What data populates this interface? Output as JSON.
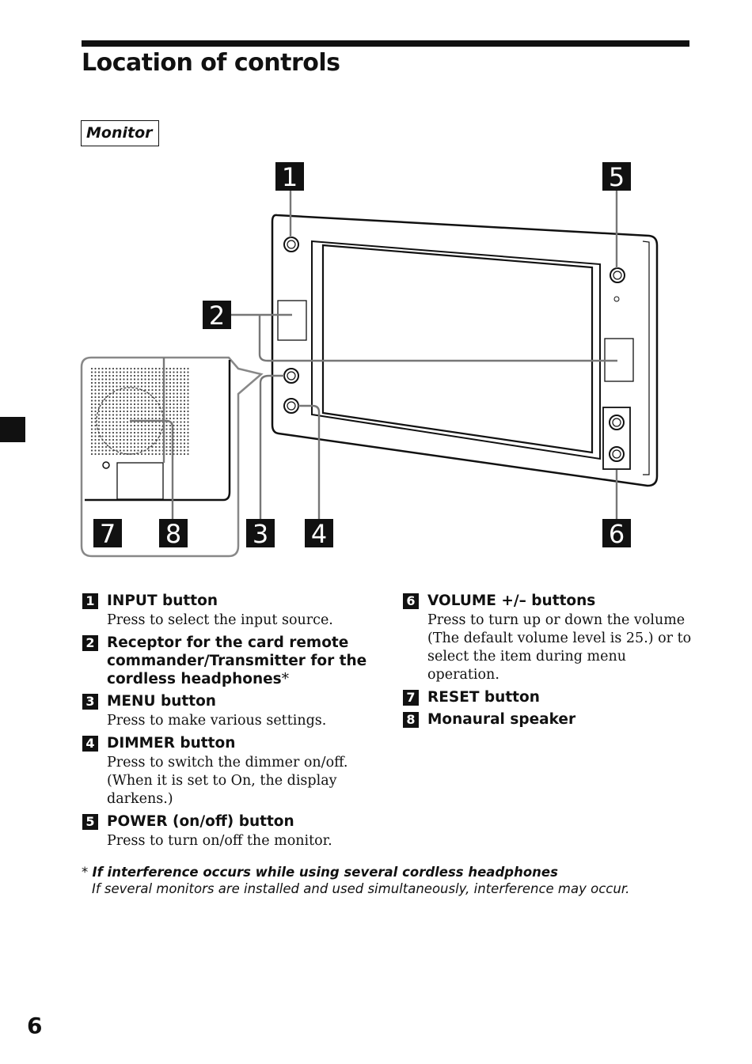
{
  "page": {
    "title": "Location of controls",
    "section": "Monitor",
    "page_number": "6"
  },
  "diagram": {
    "callouts": [
      "1",
      "2",
      "3",
      "4",
      "5",
      "6",
      "7",
      "8"
    ]
  },
  "items_left": [
    {
      "num": "1",
      "title": "INPUT button",
      "desc": "Press to select the input source."
    },
    {
      "num": "2",
      "title": "Receptor for the card remote commander/Transmitter for the cordless headphones",
      "mark": "*",
      "desc": ""
    },
    {
      "num": "3",
      "title": "MENU button",
      "desc": "Press to make various settings."
    },
    {
      "num": "4",
      "title": "DIMMER button",
      "desc": "Press to switch the dimmer on/off. (When it is set to On, the display darkens.)"
    },
    {
      "num": "5",
      "title": "POWER (on/off) button",
      "desc": "Press to turn on/off the monitor."
    }
  ],
  "items_right": [
    {
      "num": "6",
      "title": "VOLUME +/– buttons",
      "desc": "Press to turn up or down the volume (The default volume level is 25.)  or to select the item during menu operation."
    },
    {
      "num": "7",
      "title": "RESET button",
      "desc": ""
    },
    {
      "num": "8",
      "title": "Monaural speaker",
      "desc": ""
    }
  ],
  "footnote": {
    "marker": "*",
    "title": "If interference occurs while using several cordless headphones",
    "body": "If several monitors are installed and used simultaneously, interference may occur."
  }
}
